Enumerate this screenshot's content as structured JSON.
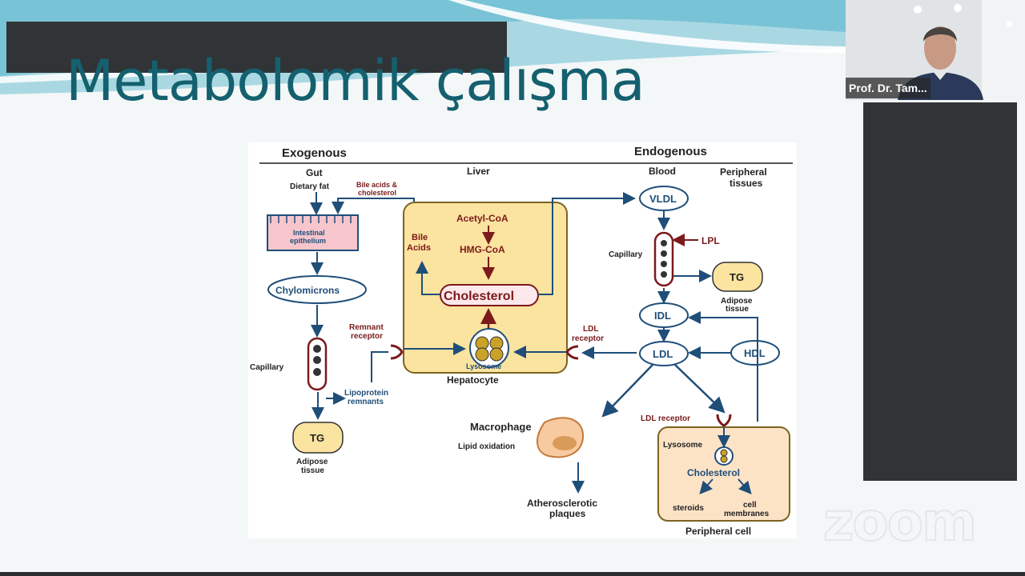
{
  "slide": {
    "title": "Metabolomik çalışma"
  },
  "diagram": {
    "exogenous": "Exogenous",
    "endogenous": "Endogenous",
    "gut": "Gut",
    "liver": "Liver",
    "blood": "Blood",
    "peripheral_tissues_1": "Peripheral",
    "peripheral_tissues_2": "tissues",
    "dietary_fat": "Dietary fat",
    "bile_acids_chol_1": "Bile acids &",
    "bile_acids_chol_2": "cholesterol",
    "intestinal_1": "Intestinal",
    "intestinal_2": "epithelium",
    "chylomicrons": "Chylomicrons",
    "capillary_left": "Capillary",
    "tg_left": "TG",
    "adipose_left_1": "Adipose",
    "adipose_left_2": "tissue",
    "bile_1": "Bile",
    "bile_2": "Acids",
    "acetyl_coa": "Acetyl-CoA",
    "hmg_coa": "HMG-CoA",
    "cholesterol": "Cholesterol",
    "lysosome": "Lysosome",
    "hepatocyte": "Hepatocyte",
    "remnant_receptor_1": "Remnant",
    "remnant_receptor_2": "receptor",
    "lipoprotein_remnants_1": "Lipoprotein",
    "lipoprotein_remnants_2": "remnants",
    "ldl_receptor_liver_1": "LDL",
    "ldl_receptor_liver_2": "receptor",
    "vldl": "VLDL",
    "lpl": "LPL",
    "capillary_right": "Capillary",
    "tg_right": "TG",
    "adipose_right_1": "Adipose",
    "adipose_right_2": "tissue",
    "idl": "IDL",
    "ldl": "LDL",
    "hdl": "HDL",
    "macrophage": "Macrophage",
    "lipid_oxidation": "Lipid oxidation",
    "athero_1": "Atherosclerotic",
    "athero_2": "plaques",
    "ldl_receptor_periph": "LDL receptor",
    "lysosome_periph": "Lysosome",
    "cholesterol_periph": "Cholesterol",
    "steroids": "steroids",
    "cell_membranes_1": "cell",
    "cell_membranes_2": "membranes",
    "peripheral_cell": "Peripheral cell"
  },
  "participant": {
    "name": "Prof. Dr. Tam..."
  },
  "watermark": {
    "text": "zoom"
  },
  "colors": {
    "title": "#14606f",
    "hepatocyte_fill": "#fbe3a0",
    "arrow_blue": "#1f4e79",
    "arrow_red": "#7b1a1a"
  }
}
